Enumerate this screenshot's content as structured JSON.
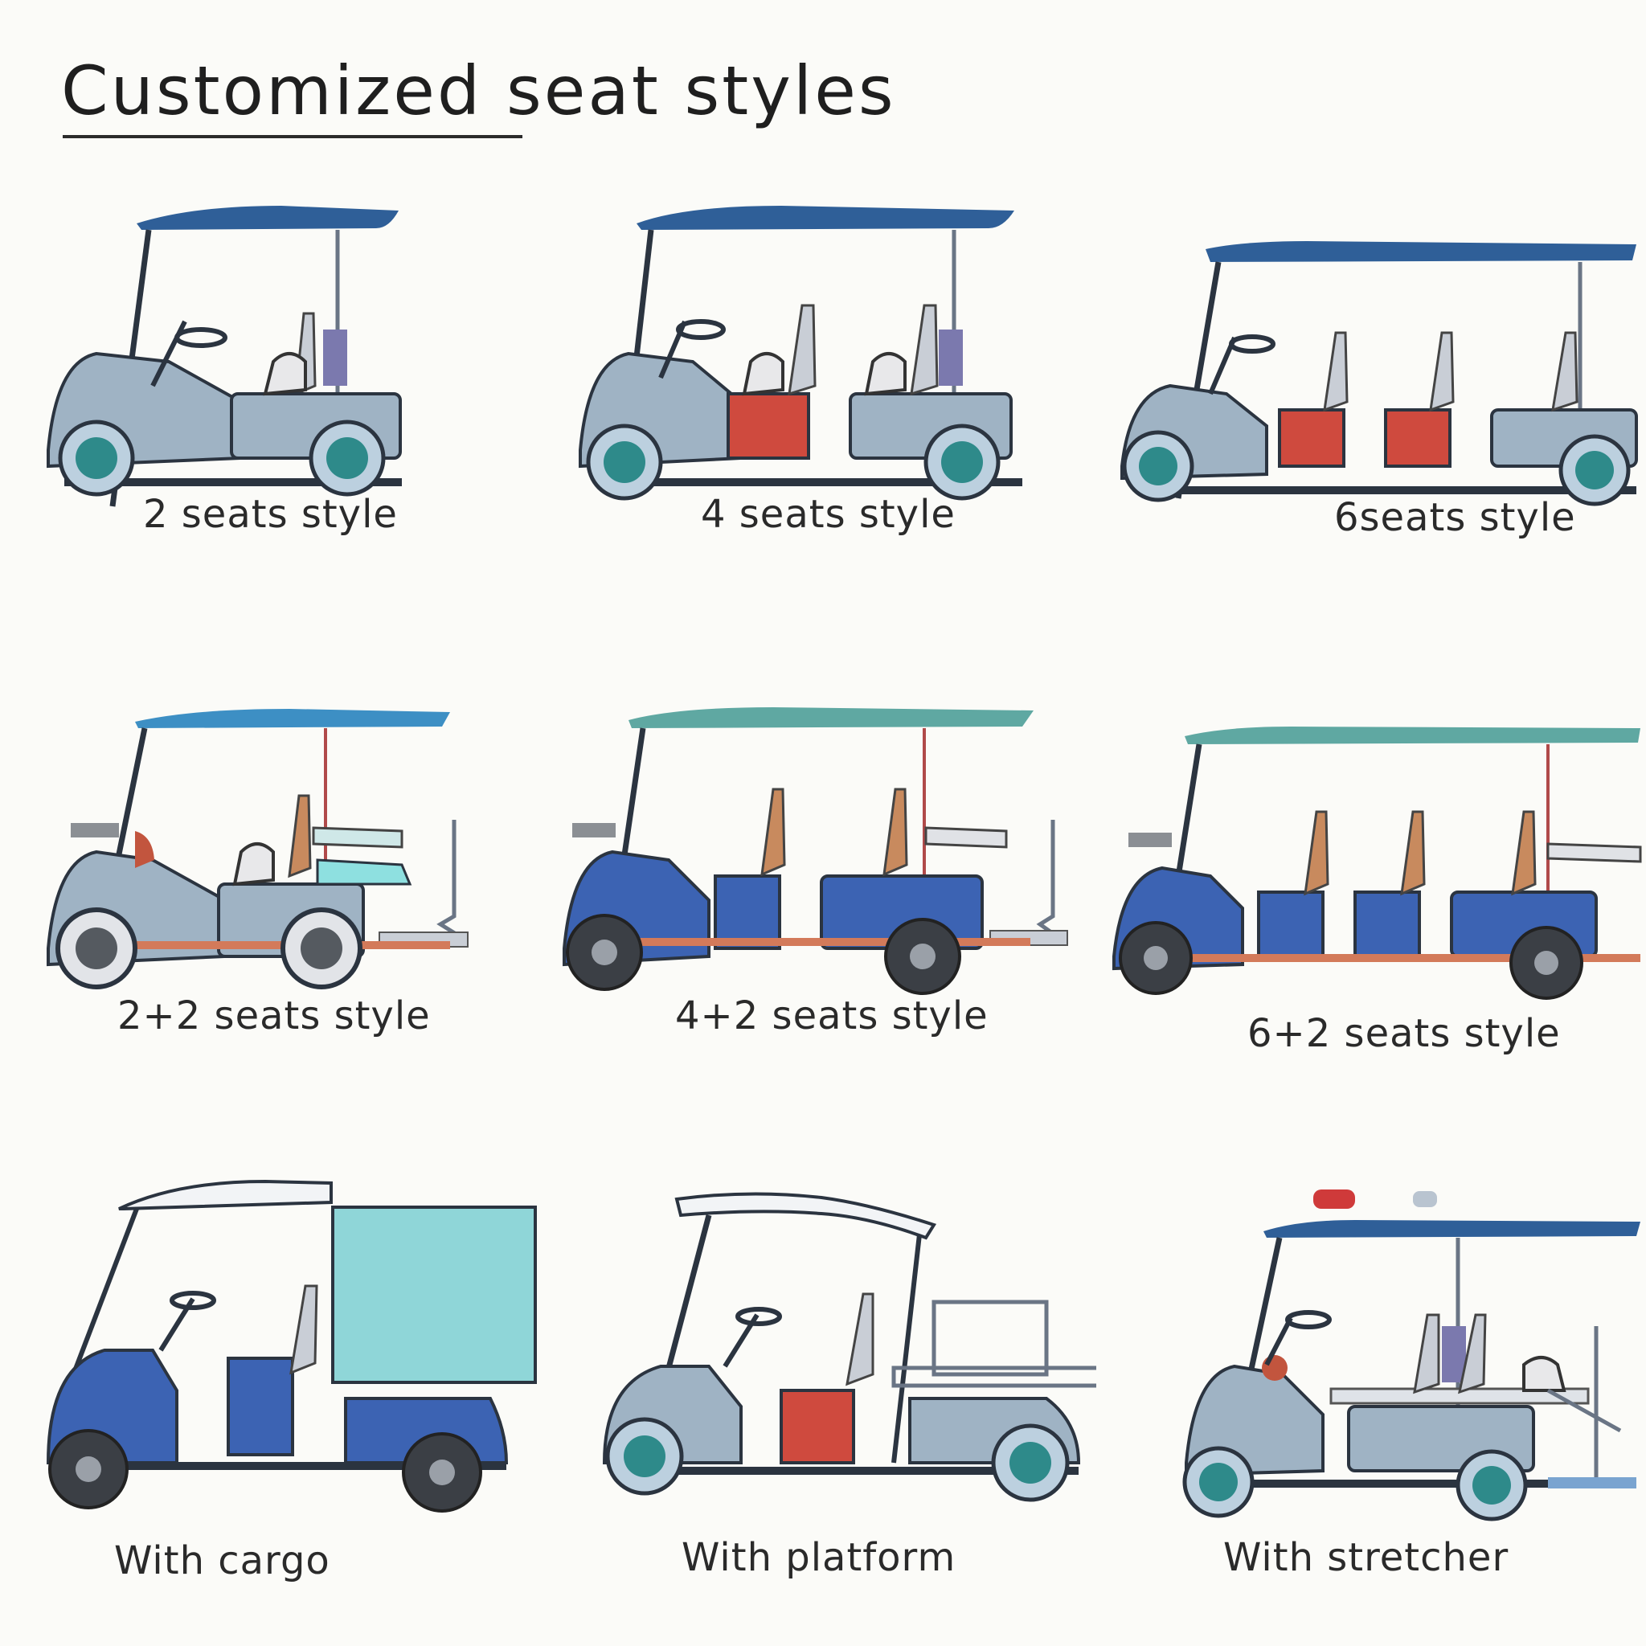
{
  "page": {
    "title": "Customized seat styles"
  },
  "colors": {
    "roof_navy": "#2f5f98",
    "roof_blue": "#3d8fc4",
    "roof_teal": "#5fa8a2",
    "body_grey": "#9fb3c4",
    "body_blue": "#3c63b3",
    "seat_red": "#cf4a3e",
    "cargo_box": "#8fd6d8",
    "frame_dark": "#2b3440",
    "wheel_teal": "#2e8a8a",
    "wheel_grey": "#555a60"
  },
  "variants": [
    {
      "label": "2 seats style",
      "icon": "golf-cart-2-seats-icon"
    },
    {
      "label": "4 seats style",
      "icon": "golf-cart-4-seats-icon"
    },
    {
      "label": "6seats style",
      "icon": "golf-cart-6-seats-icon"
    },
    {
      "label": "2+2 seats style",
      "icon": "golf-cart-2plus2-seats-icon"
    },
    {
      "label": "4+2 seats style",
      "icon": "golf-cart-4plus2-seats-icon"
    },
    {
      "label": "6+2 seats style",
      "icon": "golf-cart-6plus2-seats-icon"
    },
    {
      "label": "With cargo",
      "icon": "golf-cart-cargo-icon"
    },
    {
      "label": "With platform",
      "icon": "golf-cart-platform-icon"
    },
    {
      "label": "With stretcher",
      "icon": "golf-cart-stretcher-icon"
    }
  ]
}
